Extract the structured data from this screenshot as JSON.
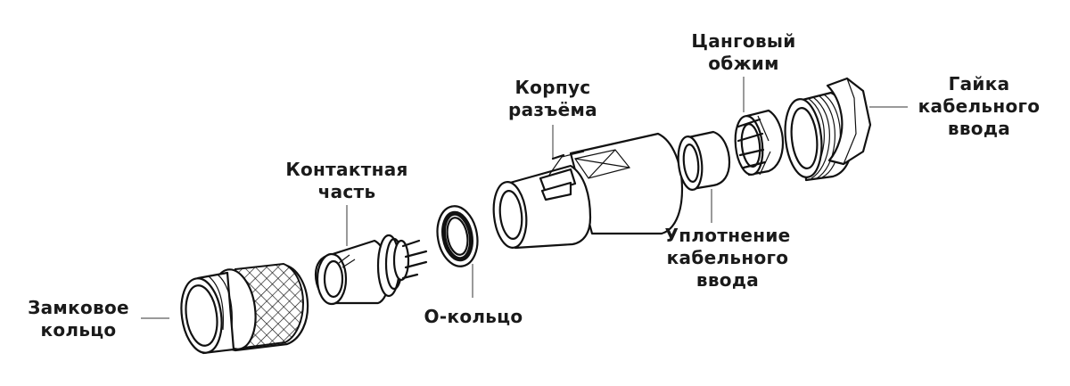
{
  "labels": {
    "locking_ring": [
      "Замковое",
      "кольцо"
    ],
    "contact_insert": [
      "Контактная",
      "часть"
    ],
    "o_ring": [
      "О-кольцо"
    ],
    "housing": [
      "Корпус",
      "разъёма"
    ],
    "collet": [
      "Цанговый",
      "обжим"
    ],
    "seal": [
      "Уплотнение",
      "кабельного",
      "ввода"
    ],
    "nut": [
      "Гайка",
      "кабельного",
      "ввода"
    ]
  },
  "icons": {
    "locking_ring": "knurled-locking-ring",
    "contact_insert": "pin-contact-insert",
    "o_ring": "o-ring",
    "housing": "connector-housing",
    "seal": "cable-gland-seal",
    "collet": "collet-clamp",
    "nut": "gland-nut"
  },
  "colors": {
    "ink": "#111111",
    "leader": "#9a9a9a",
    "text": "#1a1a1a"
  }
}
